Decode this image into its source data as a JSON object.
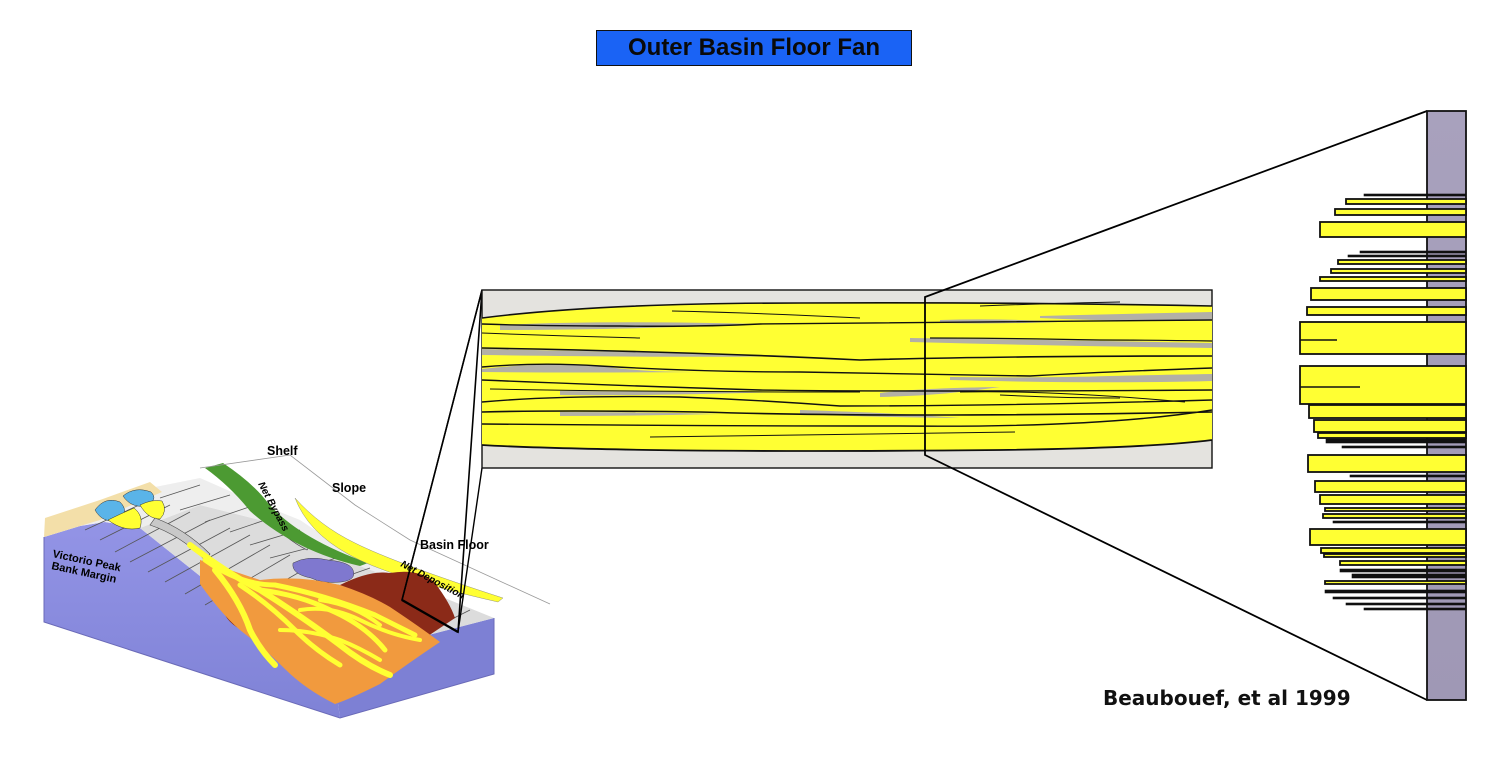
{
  "title": "Outer Basin Floor Fan",
  "credit": "Beaubouef, et al 1999",
  "block_diagram": {
    "labels": {
      "shelf": "Shelf",
      "slope": "Slope",
      "basin_floor": "Basin Floor",
      "margin_line1": "Victorio Peak",
      "margin_line2": "Bank Margin",
      "net_bypass": "Net Bypass",
      "net_deposition": "Net Deposition"
    }
  },
  "colors": {
    "title_bg": "#1a63f5",
    "sand_yellow": "#ffff33",
    "shale_gray": "#b3b0a6",
    "panel_gray": "#e4e3df",
    "column_purple": "#a49cb9",
    "block_purple": "#8a8ce0",
    "bypass_green": "#4c9a32",
    "fan_orange": "#f19a3e",
    "fan_brown": "#8b2a18",
    "lobe_purple": "#7f78cf",
    "shelf_tan": "#f3dfa9",
    "lagoon_blue": "#5ab4e8"
  }
}
